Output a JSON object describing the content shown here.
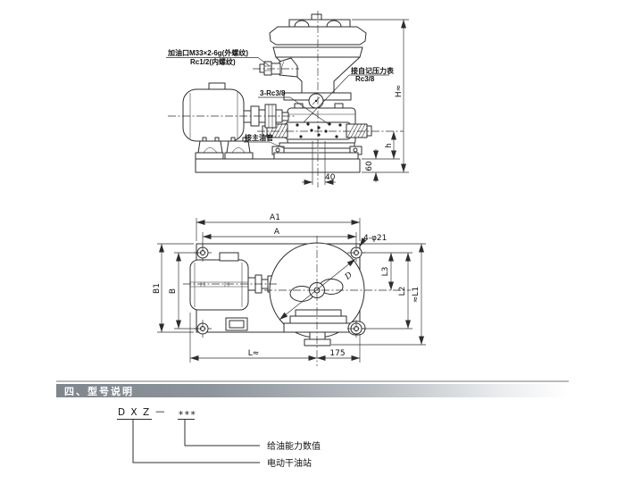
{
  "section": {
    "title": "四、型号说明"
  },
  "side": {
    "filler1": "加油口M33×2-6g(外螺纹)",
    "filler2": "Rc1/2(内螺纹)",
    "gauge1": "接自记压力表",
    "gauge2": "Rc3/8",
    "ports": "3-Rc3/8",
    "main_pipe": "接主油管",
    "dim_H": "H≈",
    "dim_h": "h",
    "dim_60": "60",
    "dim_40": "40"
  },
  "plan": {
    "A1": "A1",
    "A": "A",
    "holes": "4-φ21",
    "B1": "B1",
    "B": "B",
    "L3": "L3",
    "L2": "L2",
    "L1": "≈L1",
    "D": "D",
    "L": "L≈",
    "n175": "175"
  },
  "model": {
    "code": "D X Z",
    "dash": "—",
    "stars": "***",
    "capacity": "给油能力数值",
    "station": "电动干油站"
  }
}
